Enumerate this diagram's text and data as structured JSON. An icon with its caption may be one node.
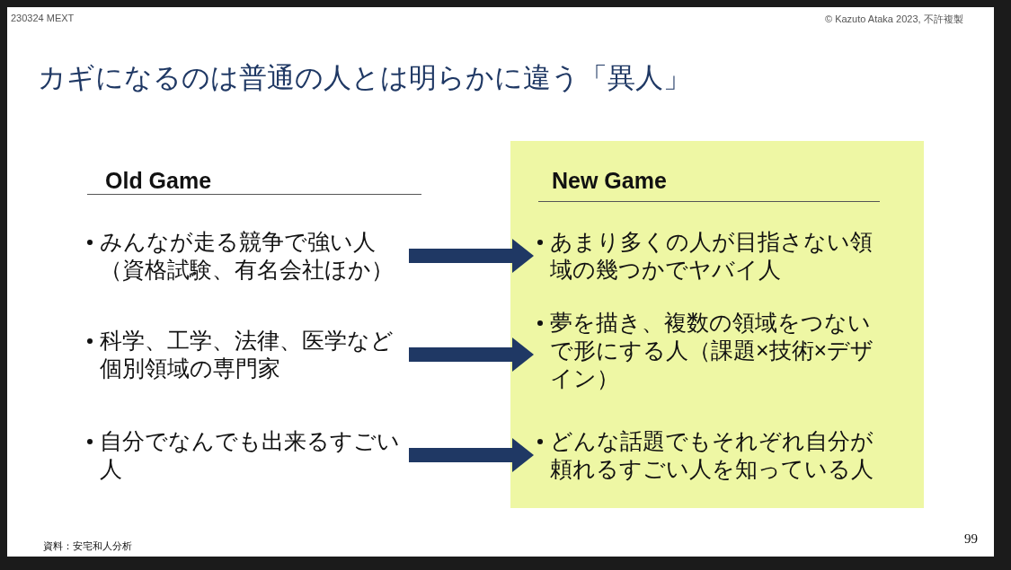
{
  "diagram": {
    "title": "カギになるのは普通の人とは明らかに違う「異人」",
    "nodes": [
      {
        "text": [
          "みんなが走る競争で強い人（資格試験、有名会社ほか）"
        ]
      },
      {
        "text": [
          "科学、工学、法律、医学など個別領域の専門家"
        ]
      },
      {
        "text": [
          "自分でなんでも出来るすごい人"
        ]
      },
      {
        "text": [
          "New Game"
        ]
      },
      {
        "text": [
          "あまり多くの人が目指さない領域の幾つかでヤバイ人"
        ],
        "in": 3
      },
      {
        "text": [
          "夢を描き、複数の領域をつないで形にする人（課題×技術×デザイン）"
        ],
        "in": 3
      },
      {
        "text": [
          "どんな話題でもそれぞれ自分が頼れるすごい人を知っている人"
        ],
        "in": 3
      }
    ],
    "edges": [
      {
        "from": 0,
        "to": 4,
        "arrow": "to"
      },
      {
        "from": 1,
        "to": 5,
        "arrow": "to"
      },
      {
        "from": 2,
        "to": 6,
        "arrow": "to"
      }
    ],
    "labels": [
      "230324 MEXT",
      "© Kazuto Ataka 2023, 不許複製",
      "Old Game",
      "資料：安宅和人分析",
      "99"
    ]
  }
}
